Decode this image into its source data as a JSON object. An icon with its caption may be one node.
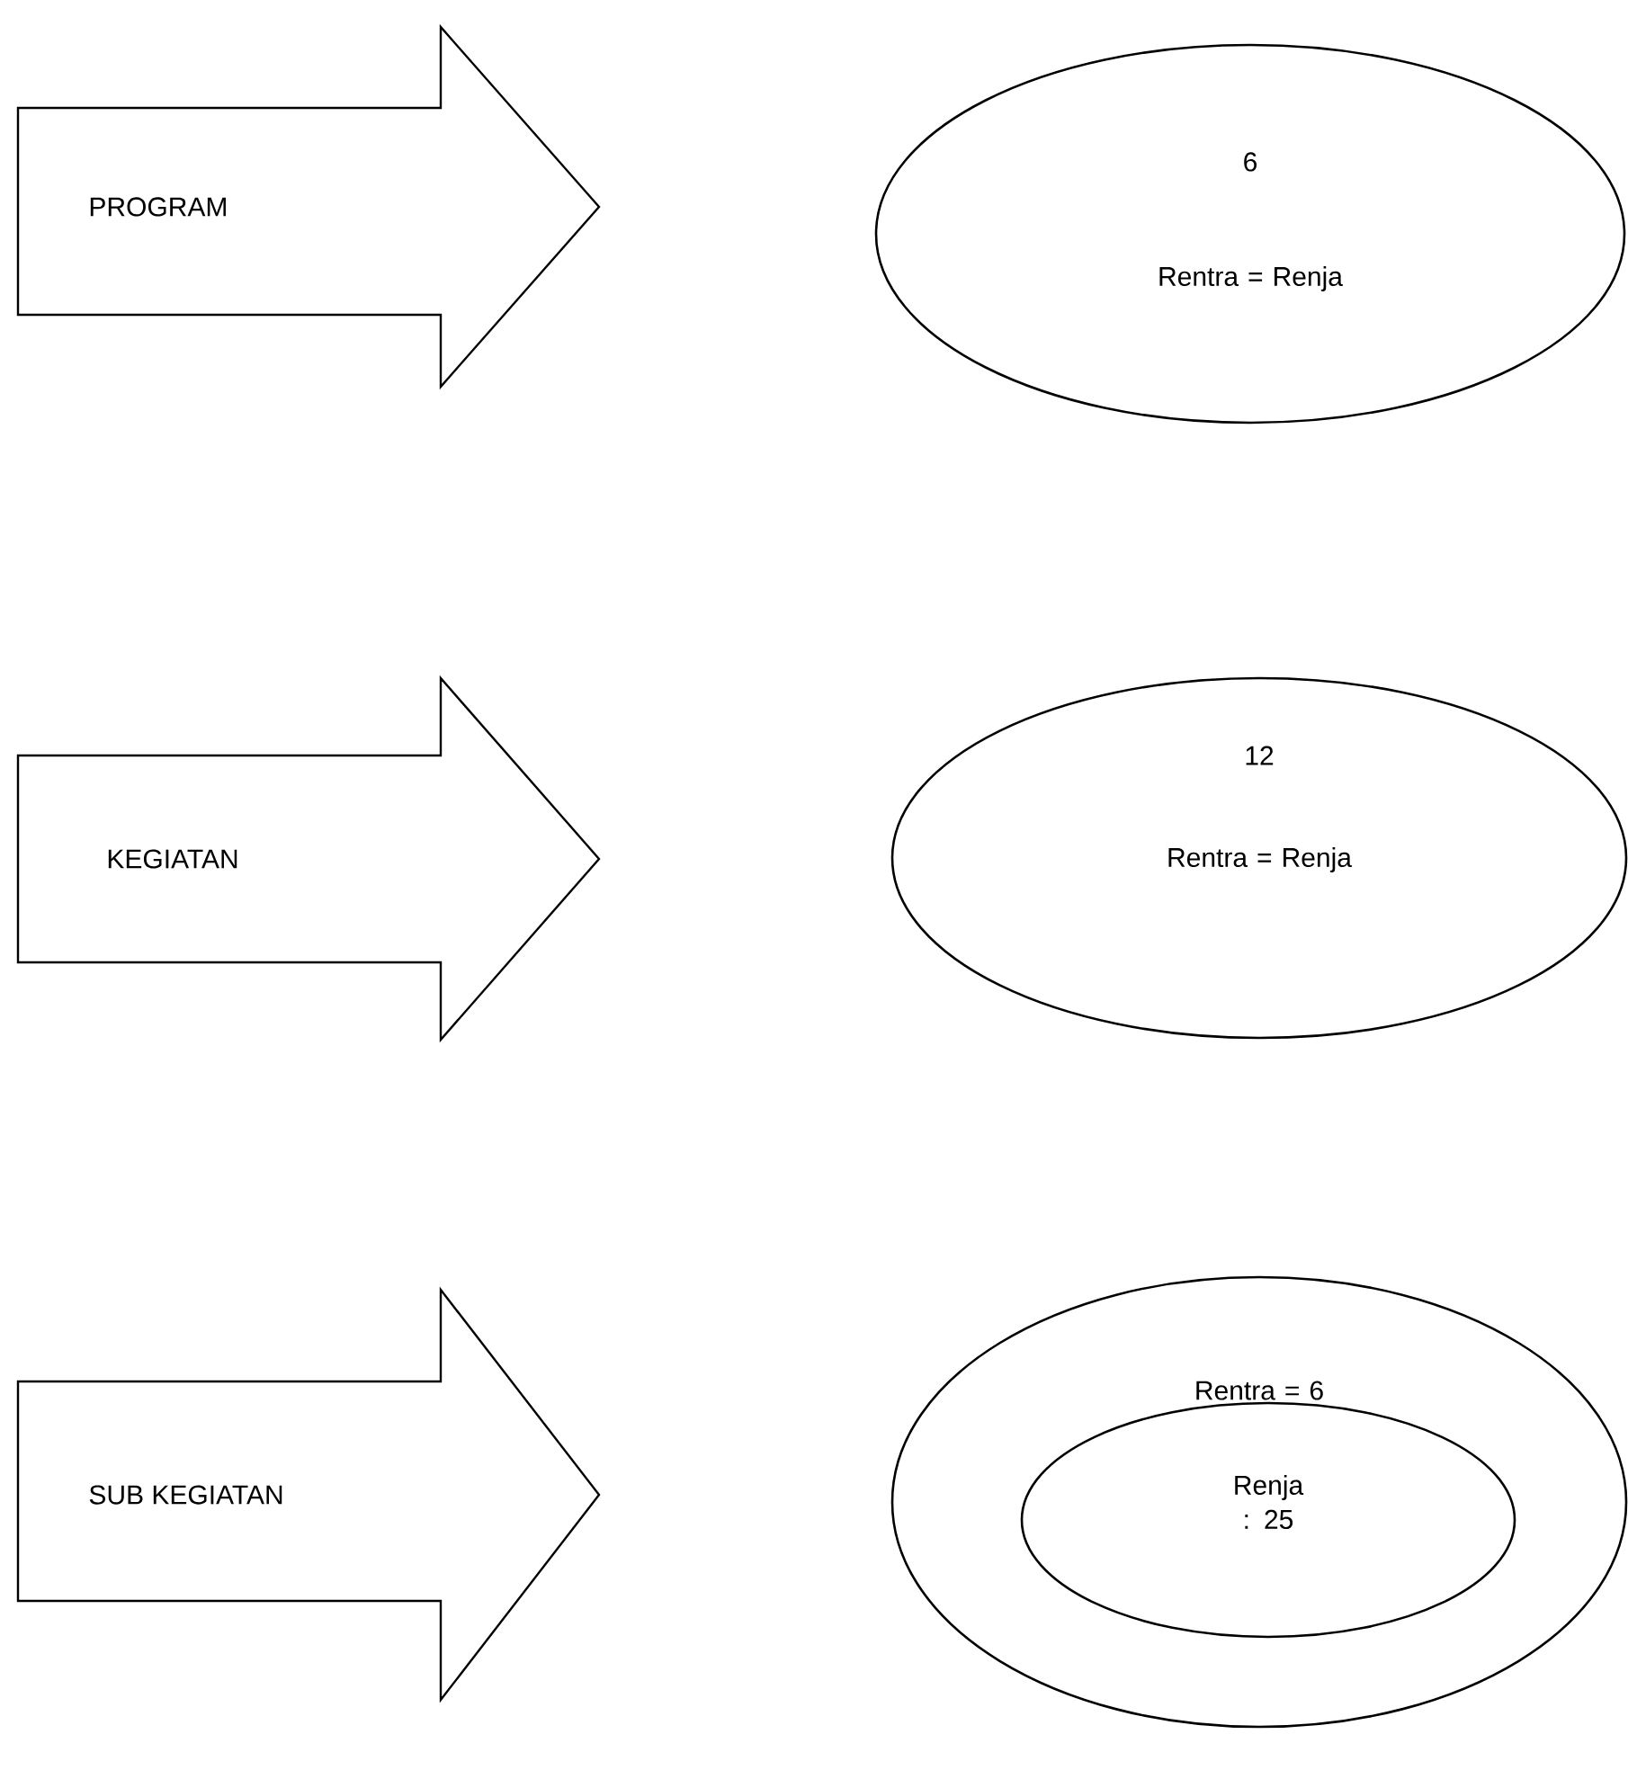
{
  "diagram": {
    "nodes": [
      {
        "text": [
          "PROGRAM"
        ]
      },
      {
        "text": [
          "6",
          "Rentra = Renja"
        ]
      },
      {
        "text": [
          "KEGIATAN"
        ]
      },
      {
        "text": [
          "12",
          "Rentra = Renja"
        ]
      },
      {
        "text": [
          "SUB KEGIATAN"
        ]
      },
      {
        "text": [
          "Rentra = 6"
        ]
      },
      {
        "text": [
          "Renja : 25"
        ],
        "in": 5
      }
    ]
  }
}
